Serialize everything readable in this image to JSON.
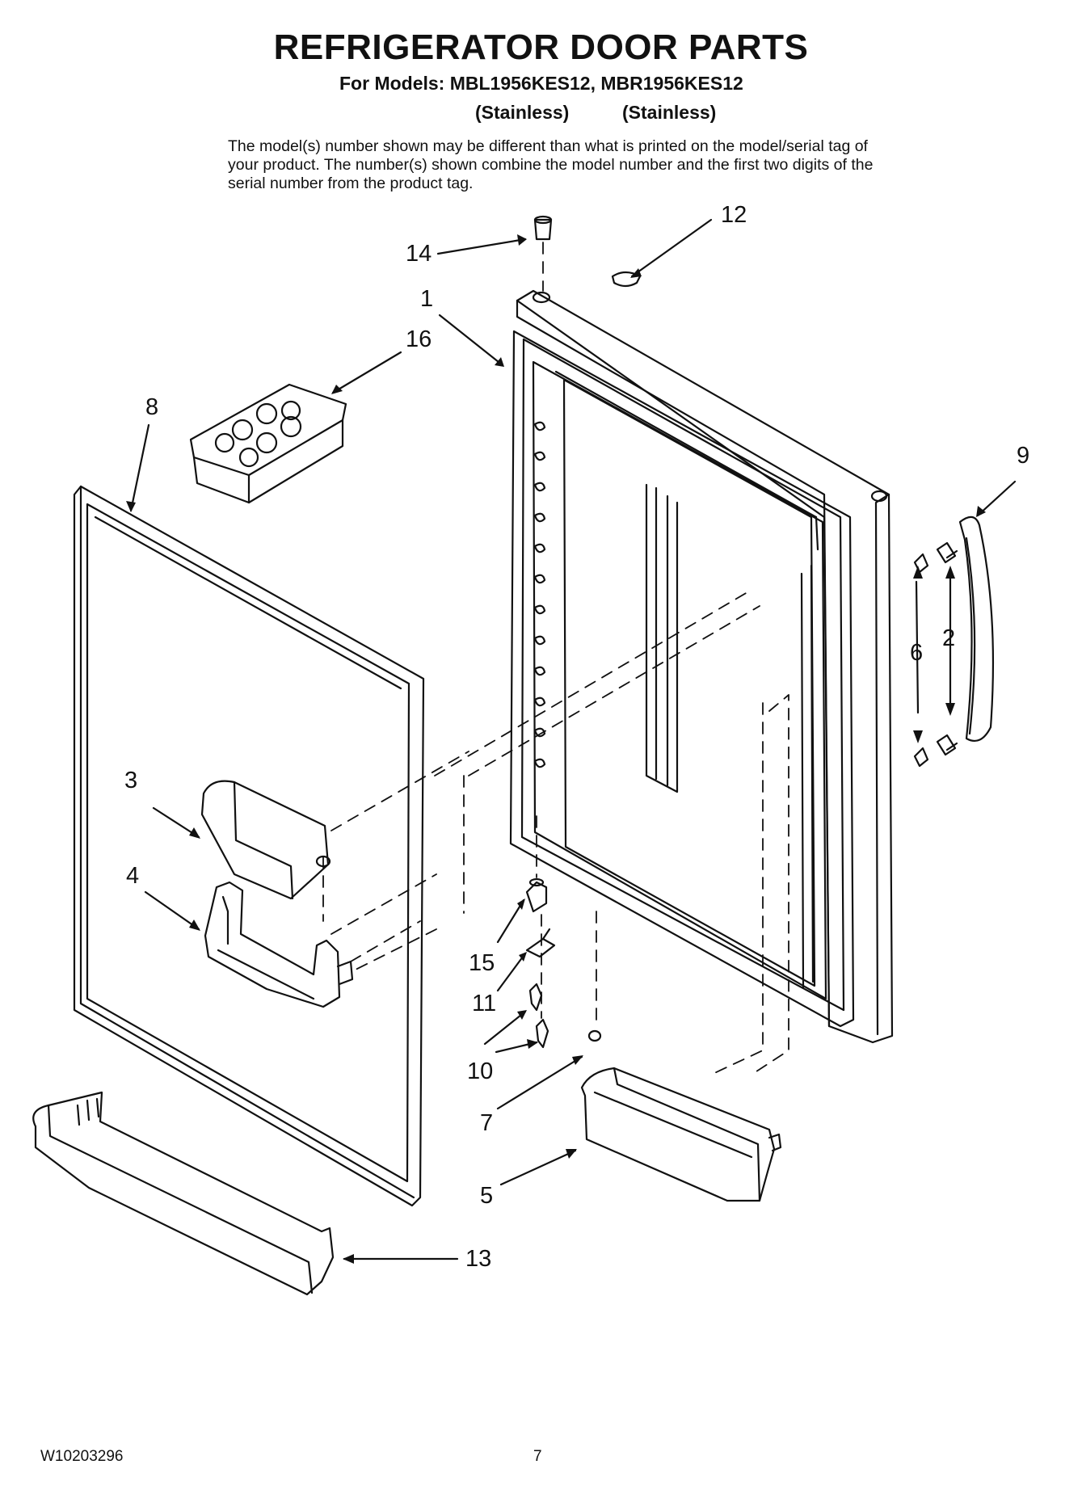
{
  "header": {
    "title": "REFRIGERATOR DOOR PARTS",
    "models": "For Models: MBL1956KES12, MBR1956KES12",
    "finish_left": "(Stainless)",
    "finish_right": "(Stainless)",
    "note": "The model(s) number shown may be different than what is printed on the model/serial tag of your product. The number(s) shown combine the model number and the first two digits of the serial number from the product tag."
  },
  "callouts": {
    "c1": "1",
    "c2": "2",
    "c3": "3",
    "c4": "4",
    "c5": "5",
    "c6": "6",
    "c7": "7",
    "c8": "8",
    "c9": "9",
    "c10": "10",
    "c11": "11",
    "c12": "12",
    "c13": "13",
    "c14": "14",
    "c15": "15",
    "c16": "16"
  },
  "footer": {
    "doc_number": "W10203296",
    "page_number": "7"
  }
}
